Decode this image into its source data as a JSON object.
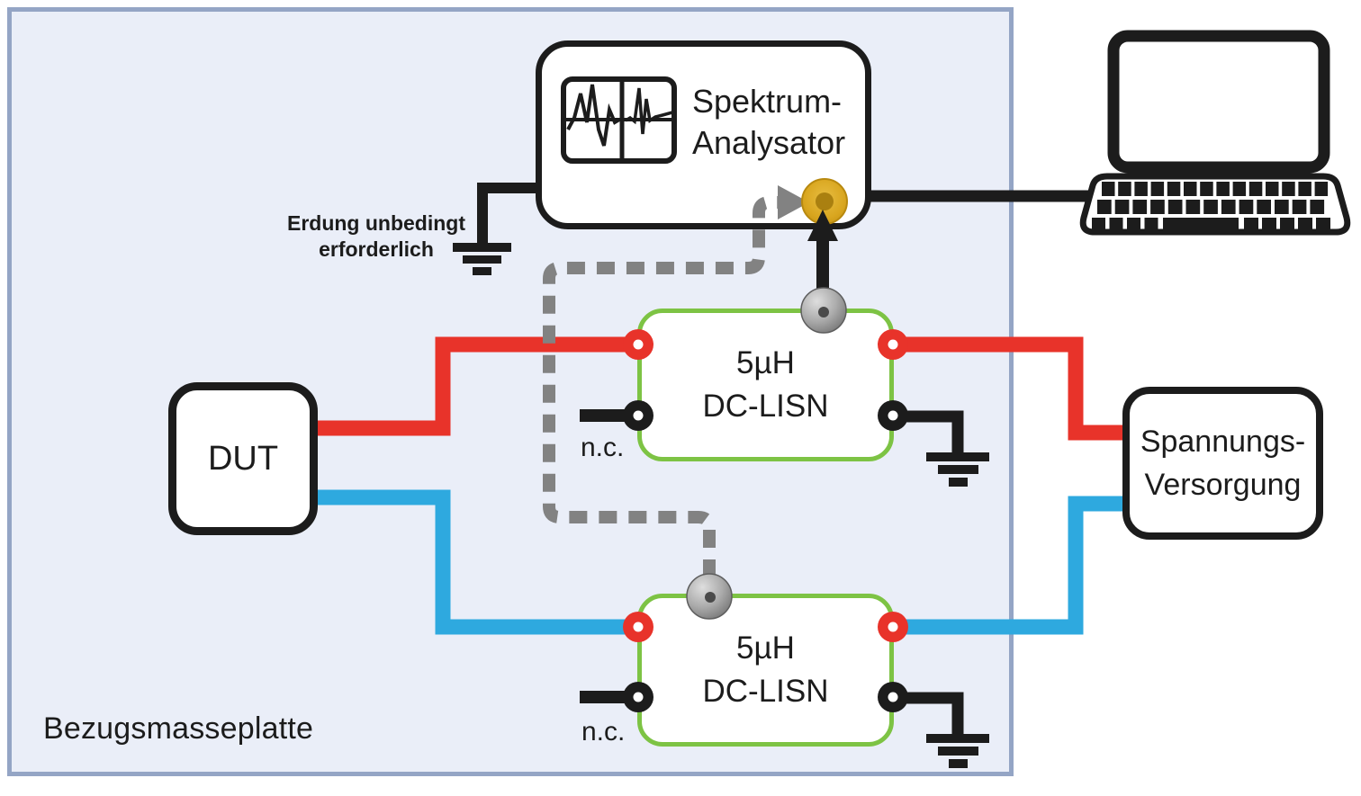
{
  "plate": {
    "label": "Bezugsmasseplatte"
  },
  "spectrum_analyzer": {
    "line1": "Spektrum-",
    "line2": "Analysator"
  },
  "grounding_note": {
    "line1": "Erdung unbedingt",
    "line2": "erforderlich"
  },
  "dut": {
    "label": "DUT"
  },
  "lisn_top": {
    "line1": "5µH",
    "line2": "DC-LISN",
    "nc_label": "n.c."
  },
  "lisn_bottom": {
    "line1": "5µH",
    "line2": "DC-LISN",
    "nc_label": "n.c."
  },
  "power_supply": {
    "line1": "Spannungs-",
    "line2": "Versorgung"
  },
  "icons": {
    "waveform": "waveform-display-icon",
    "laptop": "laptop-icon",
    "ground": "ground-icon",
    "rf_connector": "rf-connector-icon",
    "measurement_tap": "measurement-tap-knob"
  },
  "colors": {
    "wire_positive": "#e8332a",
    "wire_negative": "#2ea9df",
    "lisn_border": "#7dc344",
    "dashed_path": "#828282",
    "connector_gold": "#d9a61f",
    "connector_gold_dark": "#aa8010",
    "plate_fill": "#eaeef8",
    "plate_border": "#94a5c5",
    "ink": "#1c1c1c"
  }
}
